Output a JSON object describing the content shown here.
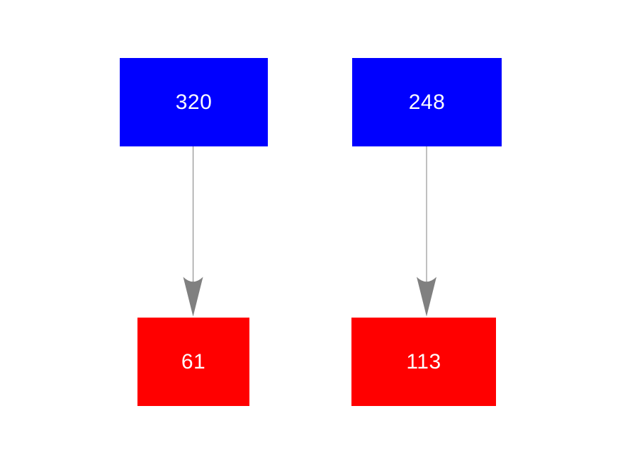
{
  "diagram": {
    "background_color": "#ffffff",
    "arrow_color": "#808080",
    "node_text_color": "#ffffff",
    "nodes": [
      {
        "id": "blue-1",
        "label": "320",
        "fill": "#0000ff",
        "role": "source"
      },
      {
        "id": "blue-2",
        "label": "248",
        "fill": "#0000ff",
        "role": "source"
      },
      {
        "id": "red-1",
        "label": "61",
        "fill": "#ff0000",
        "role": "target"
      },
      {
        "id": "red-2",
        "label": "113",
        "fill": "#ff0000",
        "role": "target"
      }
    ],
    "edges": [
      {
        "from": "blue-1",
        "to": "red-1"
      },
      {
        "from": "blue-2",
        "to": "red-2"
      }
    ]
  }
}
